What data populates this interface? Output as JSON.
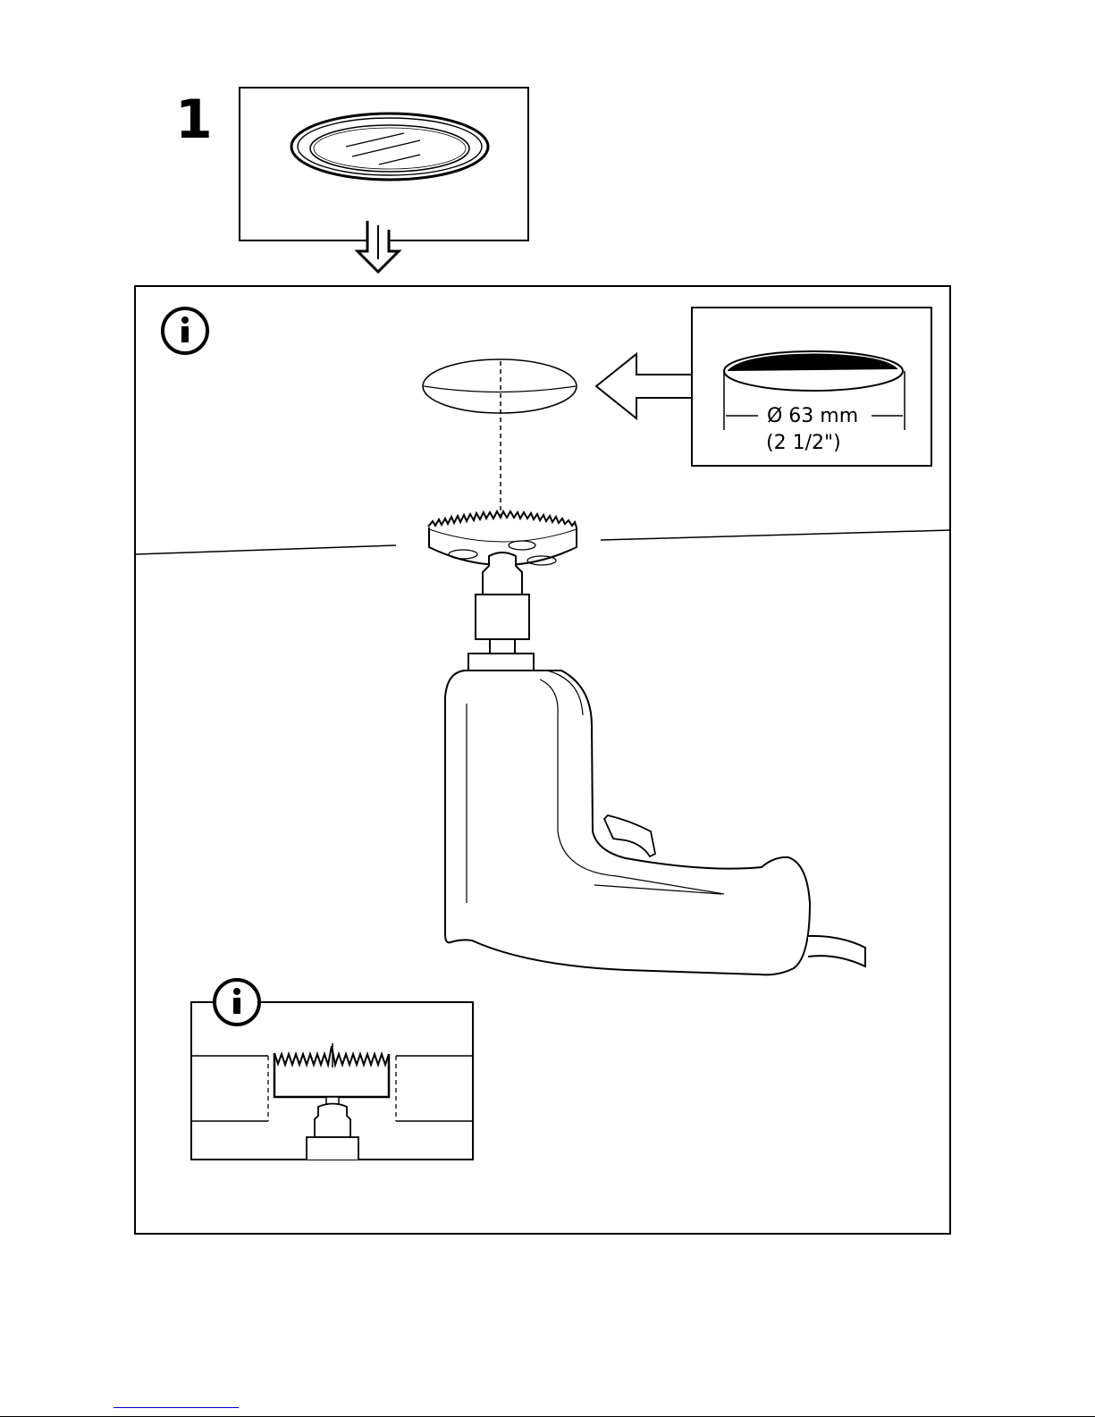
{
  "step": {
    "number": "1"
  },
  "dimension": {
    "metric": "Ø 63 mm",
    "imperial": "(2 1/2\")"
  },
  "icons": {
    "info_main": "info-icon",
    "info_detail": "info-icon",
    "down_arrow": "arrow-down-icon",
    "left_arrow": "arrow-left-icon"
  }
}
